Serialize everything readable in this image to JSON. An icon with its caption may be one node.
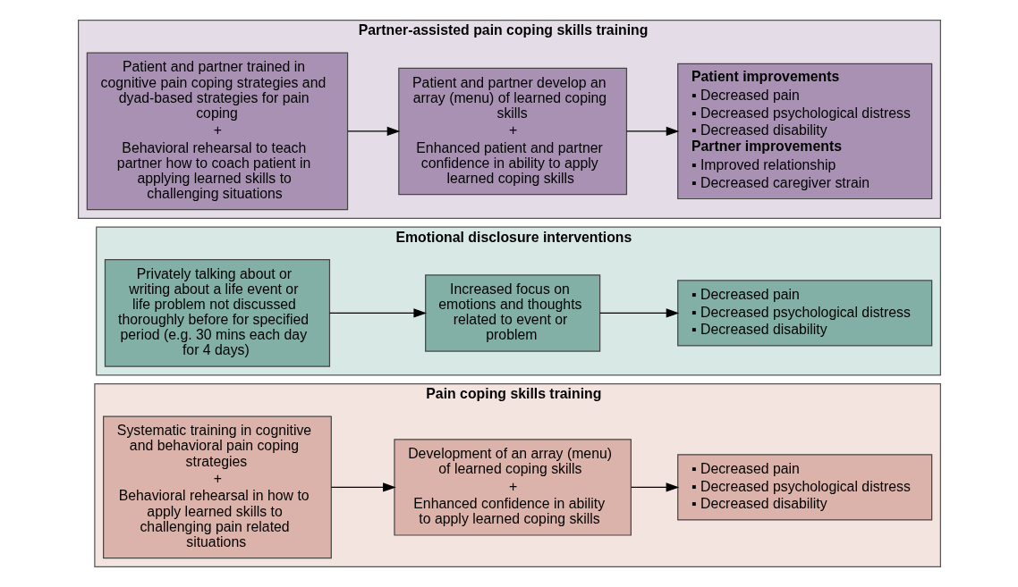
{
  "diagram": {
    "nodes": [
      {
        "text": [
          "Pain coping skills training"
        ]
      },
      {
        "text": [
          "Systematic training in cognitive and behavioral pain coping strategies",
          "+",
          "Behavioral rehearsal in how to apply learned skills to challenging pain related situations"
        ],
        "in": 0
      },
      {
        "text": [
          "Development of an array (menu) of learned coping skills",
          "+",
          "Enhanced confidence in ability to apply learned coping skills"
        ],
        "in": 0
      },
      {
        "text": [
          "▪ Decreased pain",
          "▪ Decreased psychological distress",
          "▪ Decreased disability"
        ],
        "in": 0
      },
      {
        "text": [
          "Emotional disclosure interventions"
        ]
      },
      {
        "text": [
          "Privately talking about or writing about a life event or life problem not discussed thoroughly before for specified period (e.g. 30 mins each day for 4 days)"
        ],
        "in": 4
      },
      {
        "text": [
          "Increased focus on emotions and thoughts related to event or problem"
        ],
        "in": 4
      },
      {
        "text": [
          "▪ Decreased pain",
          "▪ Decreased psychological distress",
          "▪ Decreased disability"
        ],
        "in": 4
      },
      {
        "text": [
          "Partner-assisted pain coping skills training"
        ]
      },
      {
        "text": [
          "Patient and partner trained in cognitive pain coping strategies and dyad-based strategies for pain coping",
          "+",
          "Behavioral rehearsal to teach partner how to coach patient in applying learned skills to challenging situations"
        ],
        "in": 8
      },
      {
        "text": [
          "Patient and partner develop an array (menu) of learned coping skills",
          "+",
          "Enhanced patient and partner confidence in ability to apply learned coping skills"
        ],
        "in": 8
      },
      {
        "text": [
          "Patient improvements",
          "▪ Decreased pain",
          "▪ Decreased psychological distress",
          "▪ Decreased disability",
          "Partner improvements",
          "▪ Improved relationship",
          "▪ Decreased caregiver strain"
        ],
        "in": 8
      }
    ],
    "edges": [
      {
        "from": 1,
        "to": 2,
        "arrow": "to"
      },
      {
        "from": 2,
        "to": 3,
        "arrow": "to"
      },
      {
        "from": 5,
        "to": 6,
        "arrow": "to"
      },
      {
        "from": 6,
        "to": 7,
        "arrow": "to"
      },
      {
        "from": 9,
        "to": 10,
        "arrow": "to"
      },
      {
        "from": 10,
        "to": 11,
        "arrow": "to"
      }
    ]
  }
}
